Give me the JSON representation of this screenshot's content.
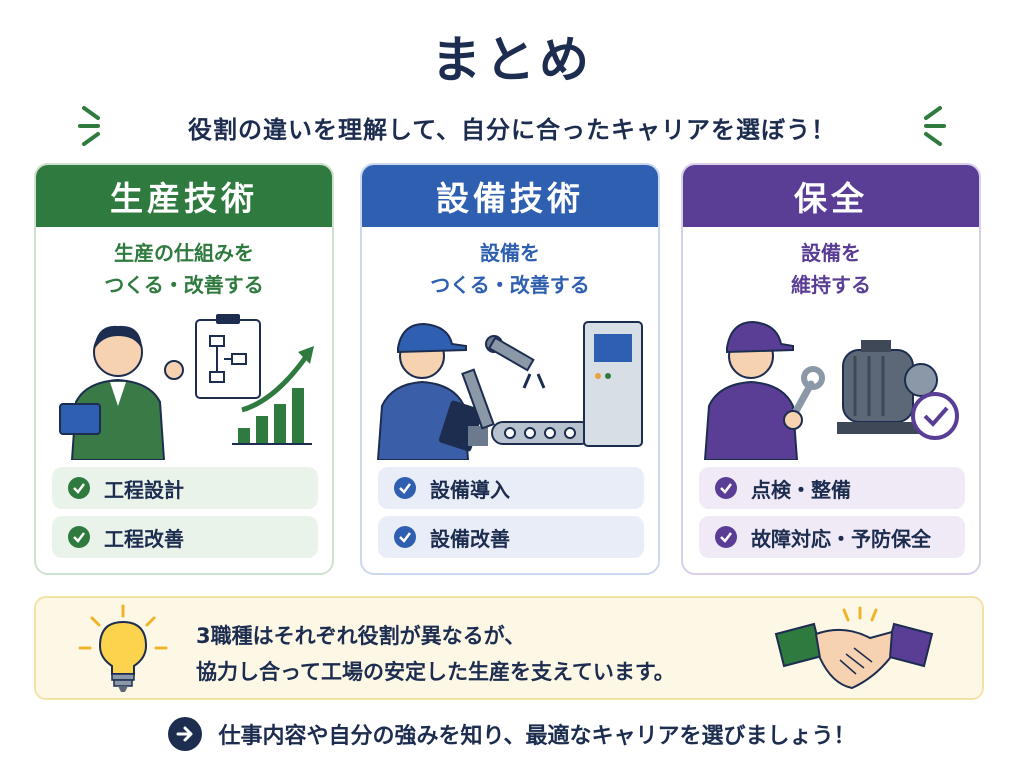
{
  "title": "まとめ",
  "subtitle": "役割の違いを理解して、自分に合ったキャリアを選ぼう！",
  "cards": [
    {
      "name": "生産技術",
      "desc_line1": "生産の仕組みを",
      "desc_line2": "つくる・改善する",
      "items": [
        "工程設計",
        "工程改善"
      ],
      "color": "#2f7a3e"
    },
    {
      "name": "設備技術",
      "desc_line1": "設備を",
      "desc_line2": "つくる・改善する",
      "items": [
        "設備導入",
        "設備改善"
      ],
      "color": "#2f5fb0"
    },
    {
      "name": "保全",
      "desc_line1": "設備を",
      "desc_line2": "維持する",
      "items": [
        "点検・整備",
        "故障対応・予防保全"
      ],
      "color": "#5a3e96"
    }
  ],
  "banner": {
    "line1": "3職種はそれぞれ役割が異なるが、",
    "line2": "協力し合って工場の安定した生産を支えています。"
  },
  "footer": {
    "text": "仕事内容や自分の強みを知り、最適なキャリアを選びましょう！"
  },
  "icons": {
    "sparks": "sparkle-lines-icon",
    "check": "check-circle-icon",
    "bulb": "lightbulb-icon",
    "handshake": "handshake-icon",
    "arrow": "arrow-right-icon"
  }
}
